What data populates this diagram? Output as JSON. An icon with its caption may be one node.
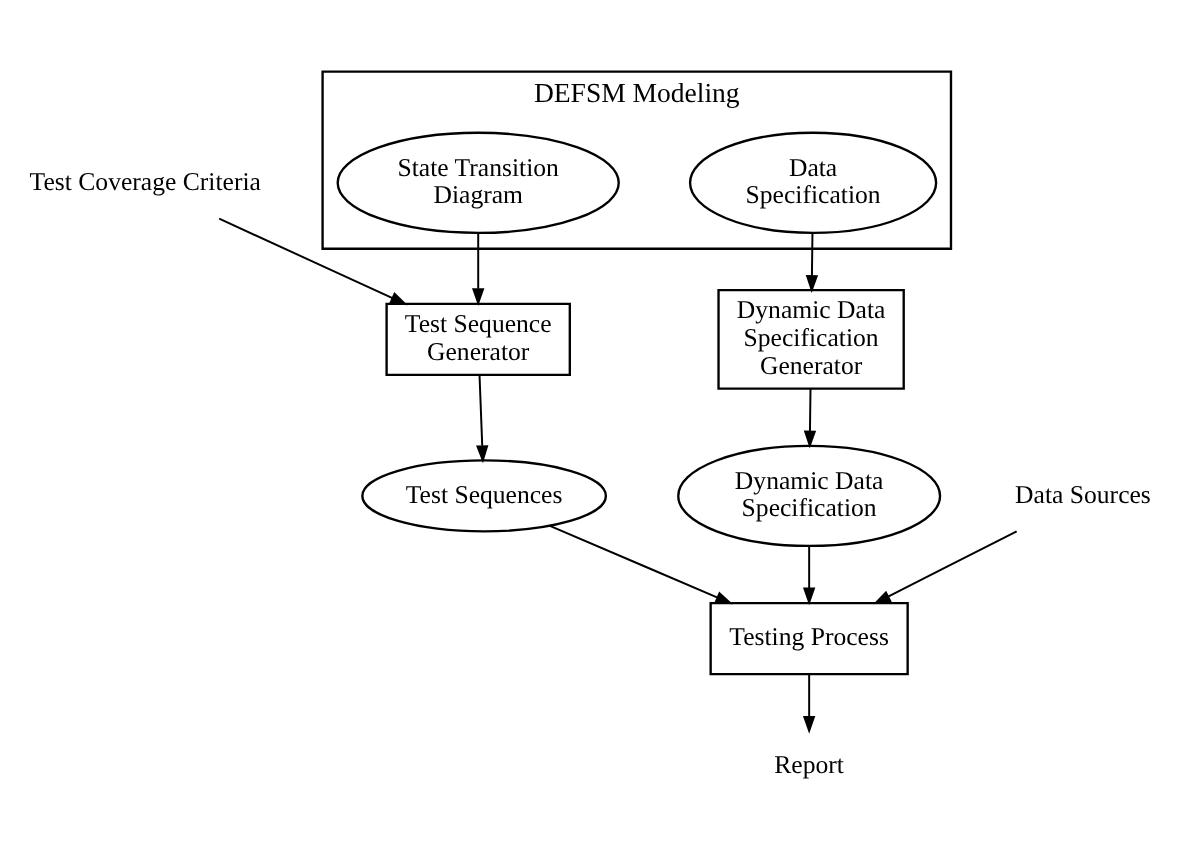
{
  "diagram": {
    "nodes": [
      {
        "text": [
          "DEFSM Modeling"
        ]
      },
      {
        "text": [
          "State Transition Diagram"
        ],
        "in": 0
      },
      {
        "text": [
          "Data Specification"
        ],
        "in": 0
      },
      {
        "text": [
          "Test Coverage Criteria"
        ]
      },
      {
        "text": [
          "Test Sequence Generator"
        ]
      },
      {
        "text": [
          "Dynamic Data Specification Generator"
        ]
      },
      {
        "text": [
          "Test Sequences"
        ]
      },
      {
        "text": [
          "Dynamic Data Specification"
        ]
      },
      {
        "text": [
          "Data Sources"
        ]
      },
      {
        "text": [
          "Testing Process"
        ]
      },
      {
        "text": [
          "Report"
        ]
      }
    ],
    "edges": [
      {
        "from": 1,
        "to": 4,
        "arrow": "to"
      },
      {
        "from": 2,
        "to": 5,
        "arrow": "to"
      },
      {
        "from": 3,
        "to": 4,
        "arrow": "to"
      },
      {
        "from": 4,
        "to": 6,
        "arrow": "to"
      },
      {
        "from": 5,
        "to": 7,
        "arrow": "to"
      },
      {
        "from": 6,
        "to": 9,
        "arrow": "to"
      },
      {
        "from": 7,
        "to": 9,
        "arrow": "to"
      },
      {
        "from": 8,
        "to": 9,
        "arrow": "to"
      },
      {
        "from": 9,
        "to": 10,
        "arrow": "to"
      }
    ]
  }
}
